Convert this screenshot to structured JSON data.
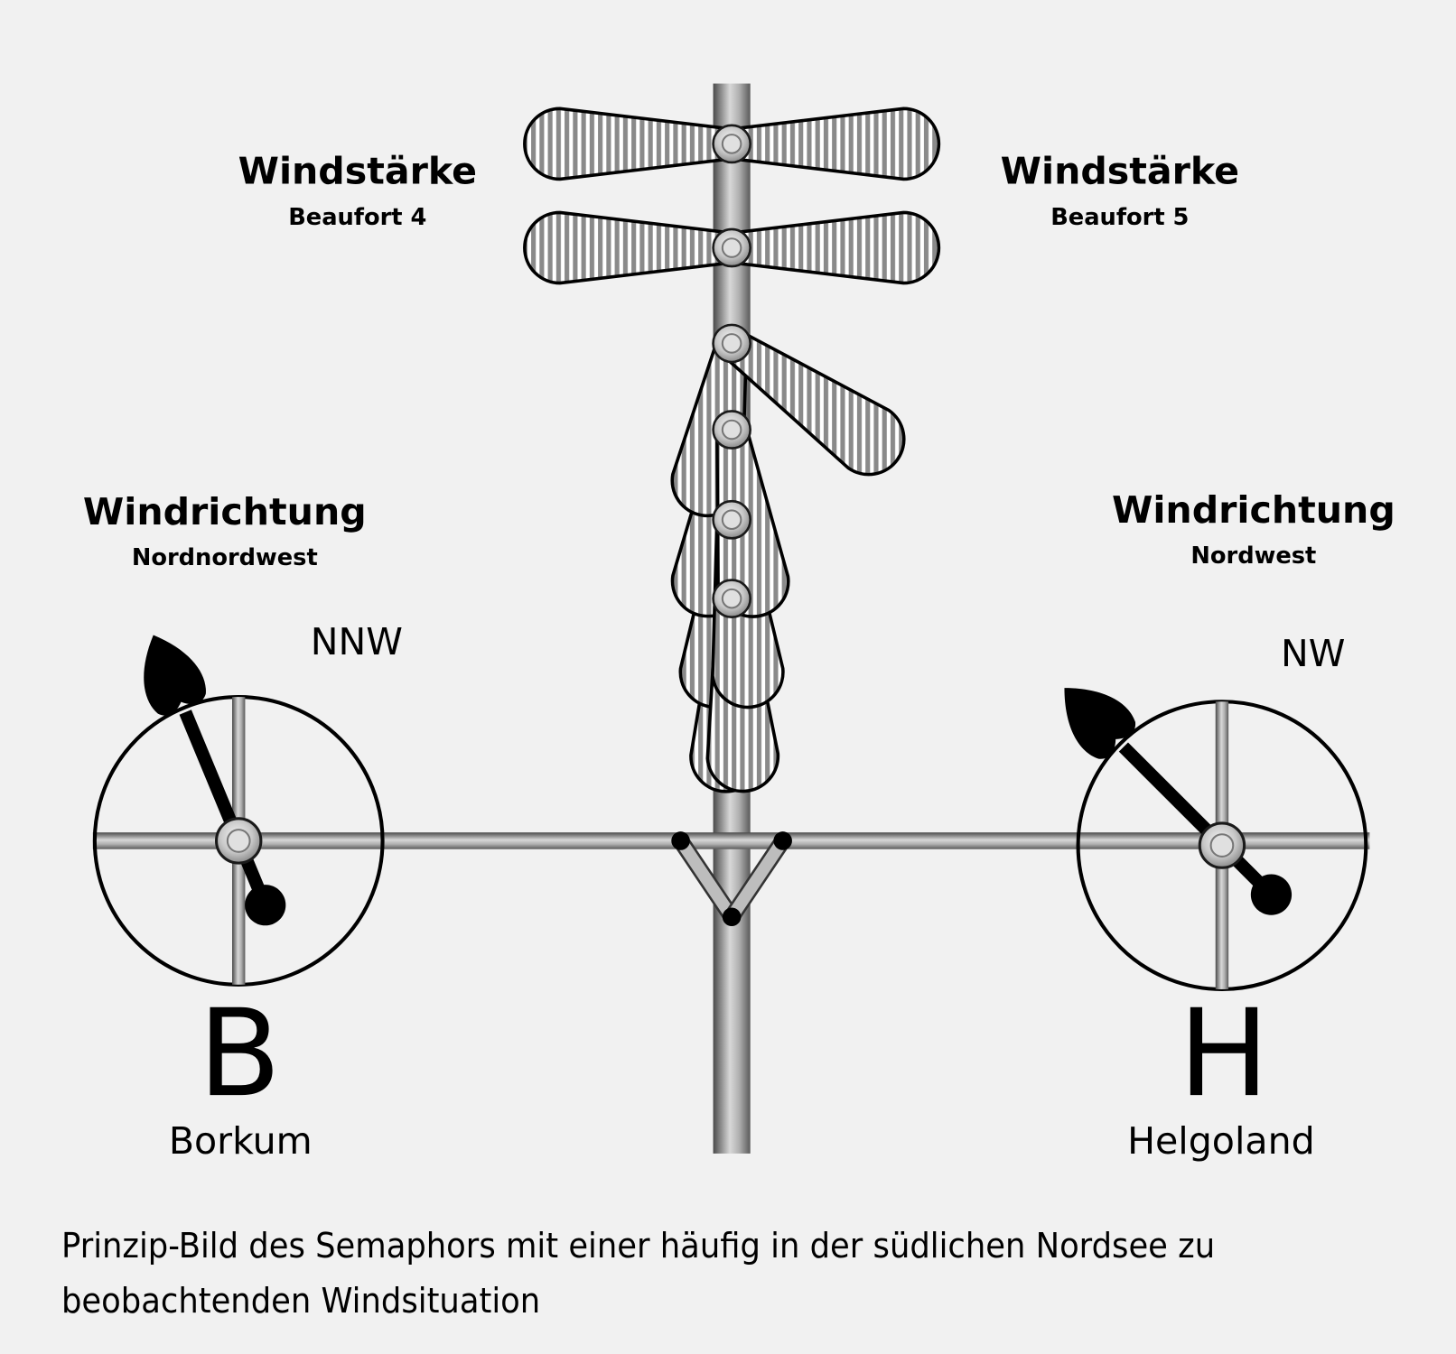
{
  "colors": {
    "background": "#f1f1f1",
    "ink": "#000000",
    "hatch": "#888888",
    "metal_dark": "#5a5a5a",
    "metal_light": "#d9d9d9"
  },
  "wind_strength": {
    "left": {
      "title": "Windstärke",
      "value": "Beaufort 4"
    },
    "right": {
      "title": "Windstärke",
      "value": "Beaufort 5"
    }
  },
  "wind_direction": {
    "left": {
      "title": "Windrichtung",
      "value": "Nordnordwest",
      "abbr": "NNW",
      "angle_deg": 337.5
    },
    "right": {
      "title": "Windrichtung",
      "value": "Nordwest",
      "abbr": "NW",
      "angle_deg": 315
    }
  },
  "stations": {
    "left": {
      "letter": "B",
      "name": "Borkum"
    },
    "right": {
      "letter": "H",
      "name": "Helgoland"
    }
  },
  "arms": {
    "top_pair_horizontal": 2,
    "arm3_angle_deg": 35,
    "hanging_arms": 4
  },
  "caption": {
    "line1": "Prinzip-Bild des Semaphors mit einer häufig in der südlichen Nordsee zu",
    "line2": "beobachtenden Windsituation"
  }
}
